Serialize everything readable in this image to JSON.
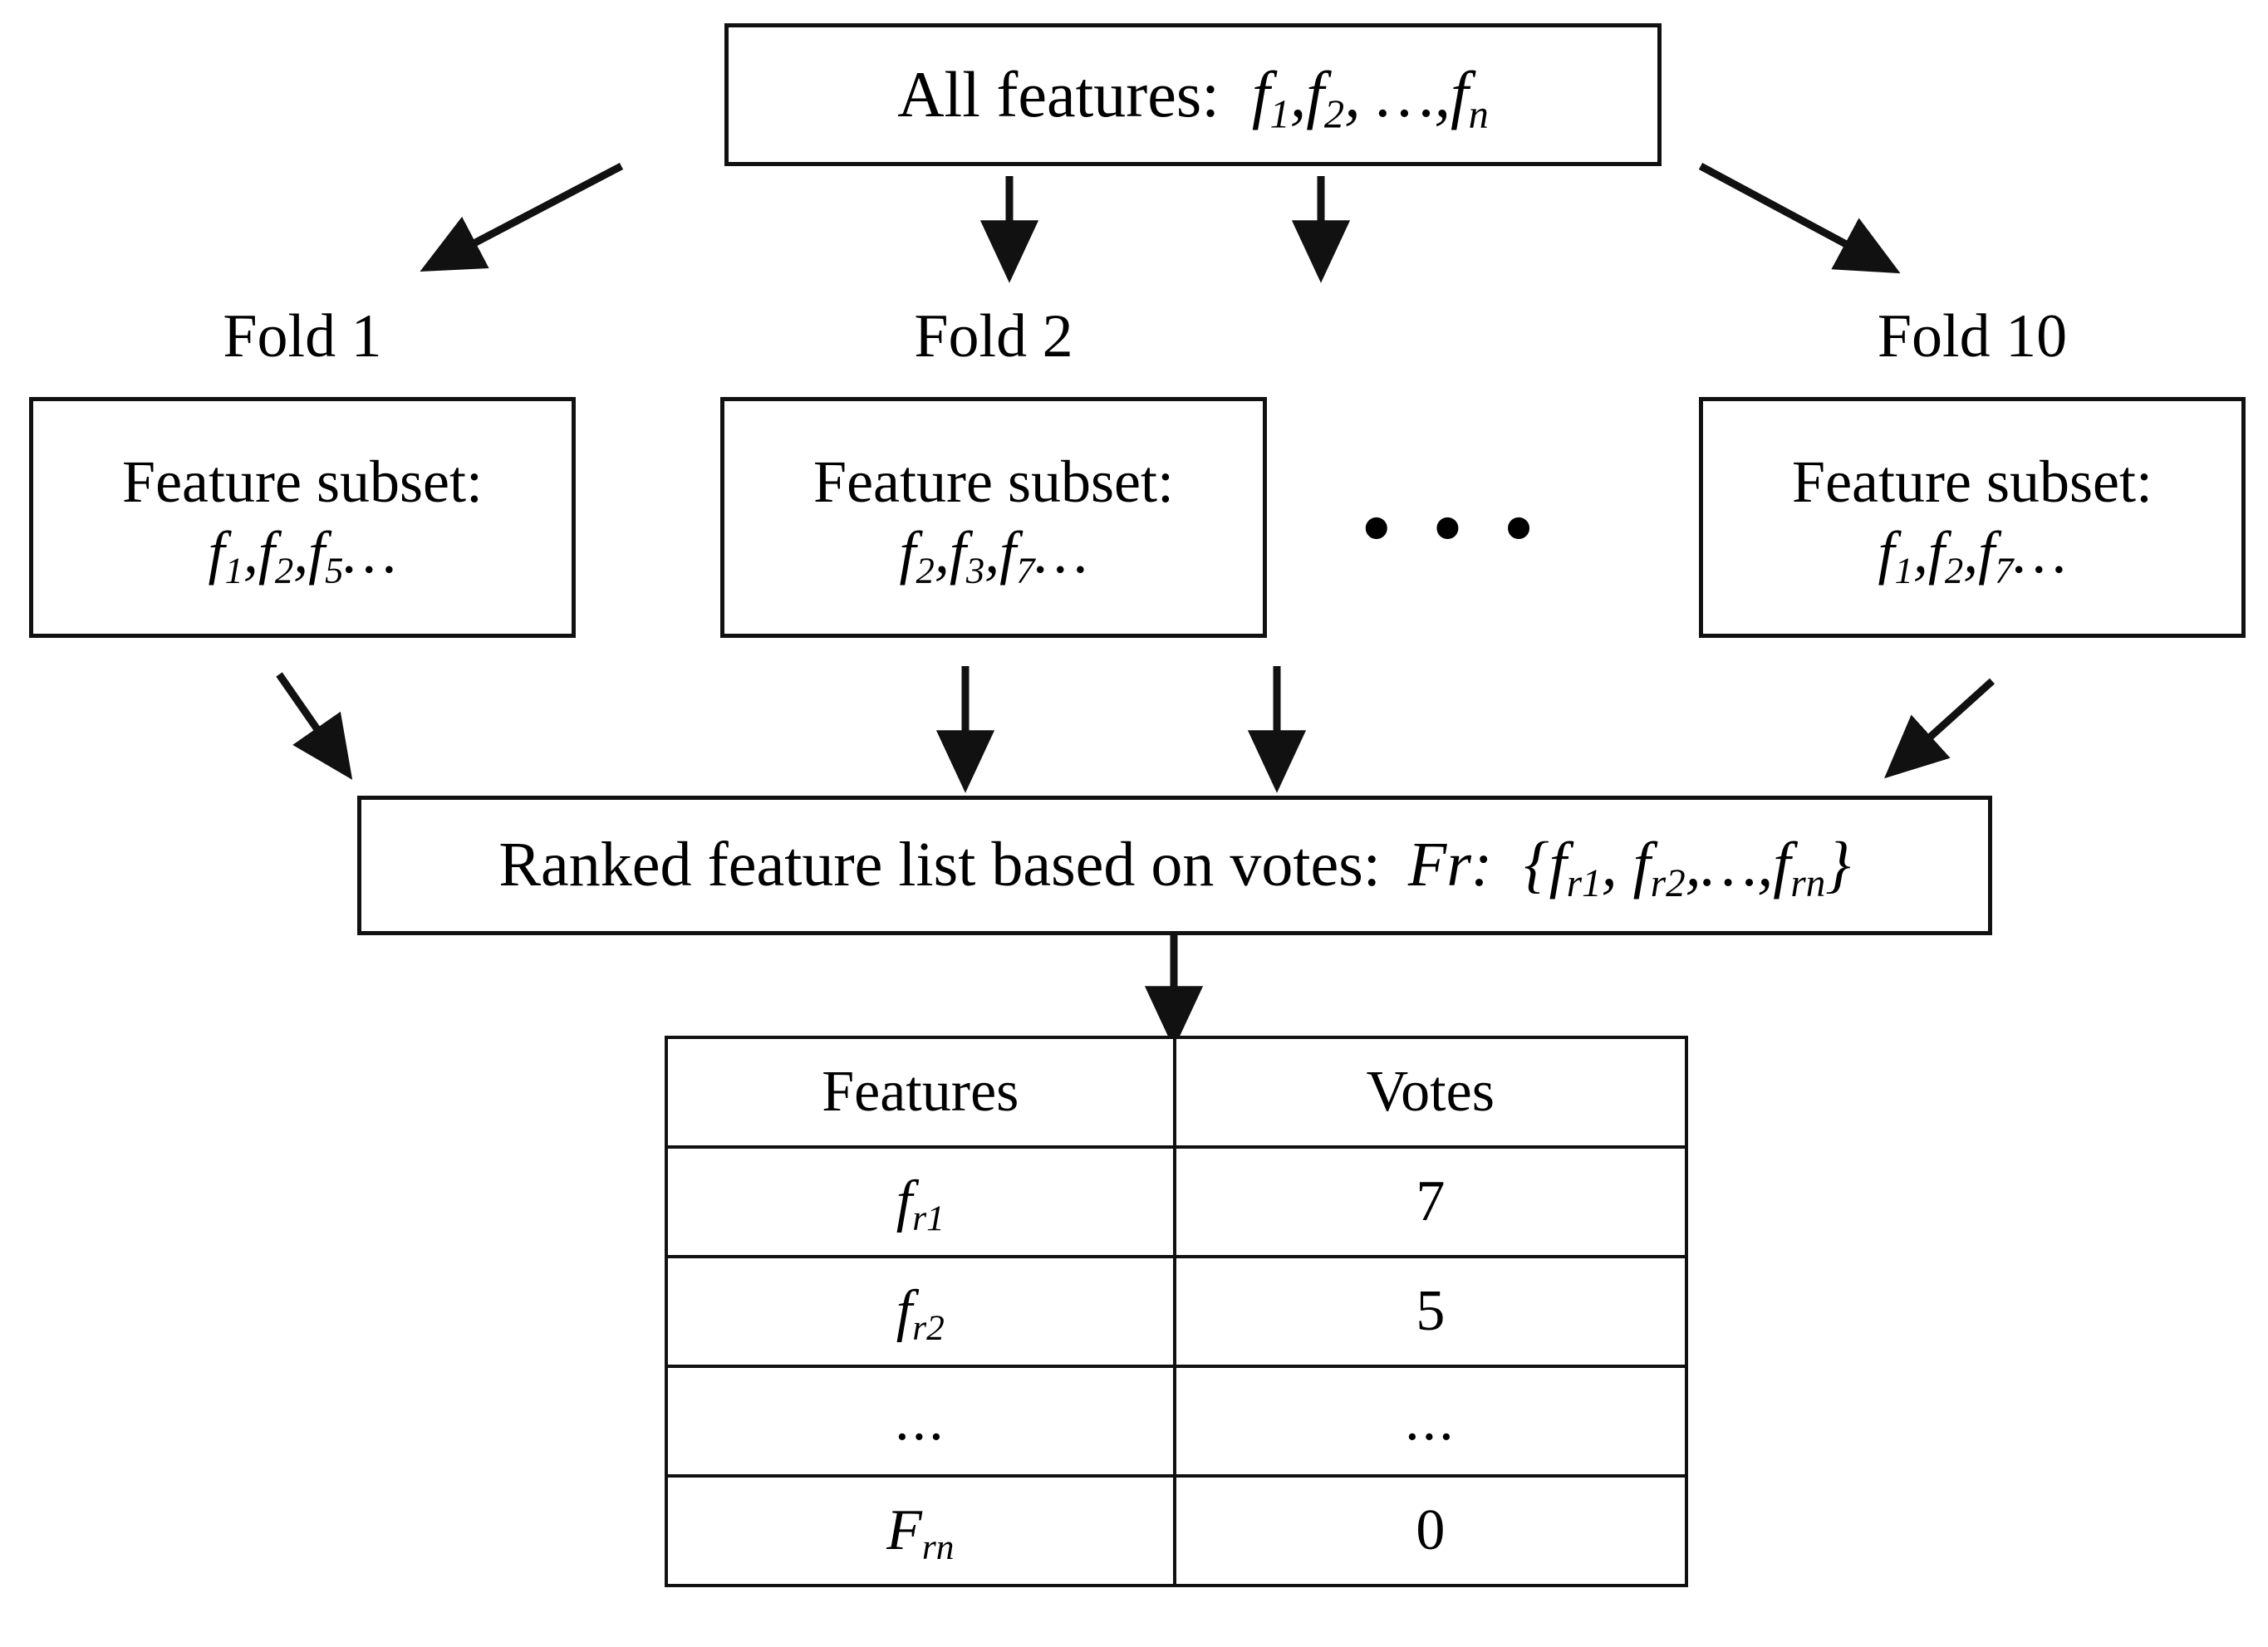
{
  "diagram": {
    "title_box": {
      "label": "All features:",
      "features": "f1, f2, …, fn",
      "features_parts": [
        {
          "base": "f",
          "sub": "1"
        },
        {
          "base": "f",
          "sub": "2"
        },
        {
          "base": "…",
          "sub": ""
        },
        {
          "base": "f",
          "sub": "n"
        }
      ]
    },
    "folds": [
      {
        "name": "fold-1",
        "title": "Fold 1",
        "box_label": "Feature subset:",
        "subset": "f1, f2, f5…",
        "subset_parts": [
          {
            "base": "f",
            "sub": "1"
          },
          {
            "base": "f",
            "sub": "2"
          },
          {
            "base": "f",
            "sub": "5"
          }
        ]
      },
      {
        "name": "fold-2",
        "title": "Fold 2",
        "box_label": "Feature subset:",
        "subset": "f2, f3, f7…",
        "subset_parts": [
          {
            "base": "f",
            "sub": "2"
          },
          {
            "base": "f",
            "sub": "3"
          },
          {
            "base": "f",
            "sub": "7"
          }
        ]
      },
      {
        "name": "fold-10",
        "title": "Fold 10",
        "box_label": "Feature subset:",
        "subset": "f1, f2, f7…",
        "subset_parts": [
          {
            "base": "f",
            "sub": "1"
          },
          {
            "base": "f",
            "sub": "2"
          },
          {
            "base": "f",
            "sub": "7"
          }
        ]
      }
    ],
    "fold_ellipsis": "• • •",
    "ranked_box": {
      "label": "Ranked feature list based on votes:",
      "set_name": "Fr:",
      "set_body": "{fr1, fr2,…,frn}",
      "set_parts": [
        {
          "base": "f",
          "sub": "r1"
        },
        {
          "base": "f",
          "sub": "r2"
        },
        {
          "base": "…",
          "sub": ""
        },
        {
          "base": "f",
          "sub": "rn"
        }
      ]
    },
    "table": {
      "headers": [
        "Features",
        "Votes"
      ],
      "rows": [
        {
          "feature_base": "f",
          "feature_sub": "r1",
          "feature_text": "fr1",
          "votes": "7"
        },
        {
          "feature_base": "f",
          "feature_sub": "r2",
          "feature_text": "fr2",
          "votes": "5"
        },
        {
          "feature_base": "...",
          "feature_sub": "",
          "feature_text": "...",
          "votes": "..."
        },
        {
          "feature_base": "F",
          "feature_sub": "rn",
          "feature_text": "Frn",
          "votes": "0"
        }
      ]
    },
    "colors": {
      "stroke": "#111111",
      "background": "#ffffff",
      "text": "#000000"
    }
  }
}
